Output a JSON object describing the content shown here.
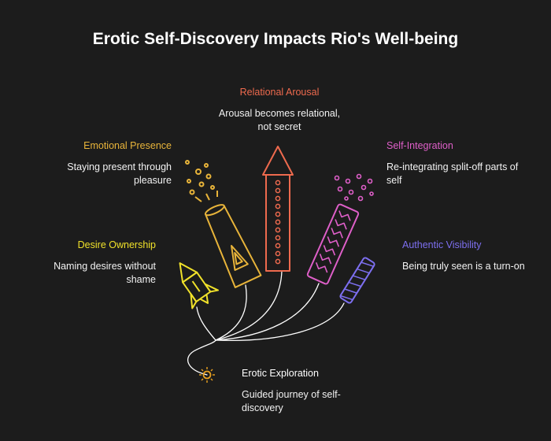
{
  "title": "Erotic Self-Discovery Impacts Rio's Well-being",
  "colors": {
    "background": "#1c1c1c",
    "desire": "#f0e12a",
    "emotional": "#e8b43a",
    "relational": "#ee6a4e",
    "integration": "#df5fc9",
    "visibility": "#7d6ff0",
    "fuse": "#ffffff"
  },
  "nodes": [
    {
      "id": "desire",
      "title": "Desire Ownership",
      "description": "Naming desires without shame",
      "color": "#f0e12a",
      "icon": "small-rocket-icon"
    },
    {
      "id": "emotional",
      "title": "Emotional Presence",
      "description": "Staying present through pleasure",
      "color": "#e8b43a",
      "icon": "fountain-firework-icon"
    },
    {
      "id": "relational",
      "title": "Relational Arousal",
      "description": "Arousal becomes relational, not secret",
      "color": "#ee6a4e",
      "icon": "tall-rocket-icon"
    },
    {
      "id": "integration",
      "title": "Self-Integration",
      "description": "Re-integrating split-off parts of self",
      "color": "#df5fc9",
      "icon": "zigzag-firework-icon"
    },
    {
      "id": "visibility",
      "title": "Authentic Visibility",
      "description": "Being truly seen is a turn-on",
      "color": "#7d6ff0",
      "icon": "striped-firecracker-icon"
    }
  ],
  "root": {
    "title": "Erotic Exploration",
    "description": "Guided journey of self-discovery",
    "icon": "spark-icon"
  }
}
